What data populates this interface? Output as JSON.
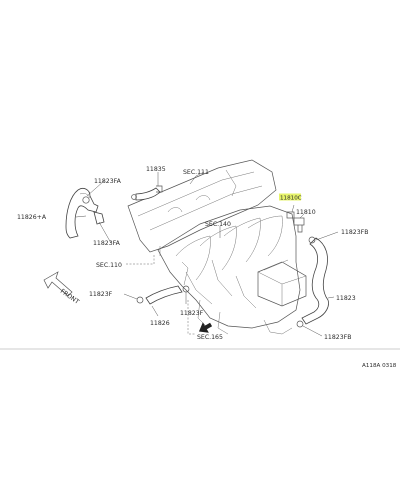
{
  "labels": {
    "p11835": "11835",
    "sec111": "SEC.111",
    "p11823FA_top": "11823FA",
    "p11826A": "11826+A",
    "p11823FA_bot": "11823FA",
    "sec140": "SEC.140",
    "p11810C": "11810C",
    "p11810": "11810",
    "p11823FB_top": "11823FB",
    "sec110": "SEC.110",
    "front": "FRONT",
    "p11823F_left": "11823F",
    "p11823F_mid": "11823F",
    "p11826": "11826",
    "sec165": "SEC.165",
    "p11823": "11823",
    "p11823FB_bot": "11823FB",
    "ref": "A118A 0318"
  },
  "colors": {
    "highlight": "#e6f36a",
    "line": "#444444"
  },
  "icons": {
    "front_arrow": "front-arrow-icon",
    "sec165_arrow": "section-arrow-icon"
  }
}
